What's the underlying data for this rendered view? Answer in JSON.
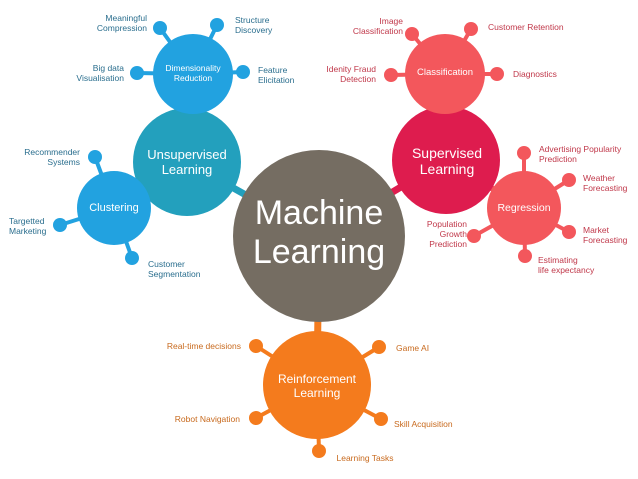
{
  "center": {
    "line1": "Machine",
    "line2": "Learning"
  },
  "unsupervised": {
    "line1": "Unsupervised",
    "line2": "Learning",
    "dimensionality": {
      "line1": "Dimensionality",
      "line2": "Reduction",
      "leaves": {
        "meaningful": [
          "Meaningful",
          "Compression"
        ],
        "structure": [
          "Structure",
          "Discovery"
        ],
        "bigdata": [
          "Big data",
          "Visualisation"
        ],
        "feature": [
          "Feature",
          "Elicitation"
        ]
      }
    },
    "clustering": {
      "label": "Clustering",
      "leaves": {
        "recommender": [
          "Recommender",
          "Systems"
        ],
        "targetted": [
          "Targetted",
          "Marketing"
        ],
        "customer": [
          "Customer",
          "Segmentation"
        ]
      }
    }
  },
  "supervised": {
    "line1": "Supervised",
    "line2": "Learning",
    "classification": {
      "label": "Classification",
      "leaves": {
        "image": [
          "Image",
          "Classification"
        ],
        "retention": "Customer Retention",
        "fraud": [
          "Idenity Fraud",
          "Detection"
        ],
        "diagnostics": "Diagnostics"
      }
    },
    "regression": {
      "label": "Regression",
      "leaves": {
        "advertising": [
          "Advertising Popularity",
          "Prediction"
        ],
        "weather": [
          "Weather",
          "Forecasting"
        ],
        "population": [
          "Population",
          "Growth",
          "Prediction"
        ],
        "market": [
          "Market",
          "Forecasting"
        ],
        "life": [
          "Estimating",
          "life expectancy"
        ]
      }
    }
  },
  "reinforcement": {
    "line1": "Reinforcement",
    "line2": "Learning",
    "leaves": {
      "realtime": "Real-time decisions",
      "gameai": "Game AI",
      "robot": "Robot Navigation",
      "skill": "Skill Acquisition",
      "learning": "Learning Tasks"
    }
  },
  "colors": {
    "center": "#756d62",
    "unsupervised": "#23a0bd",
    "sub_blue": "#22a2e0",
    "supervised": "#de1c4e",
    "sub_red": "#f3575c",
    "reinforcement": "#f47b1d"
  }
}
